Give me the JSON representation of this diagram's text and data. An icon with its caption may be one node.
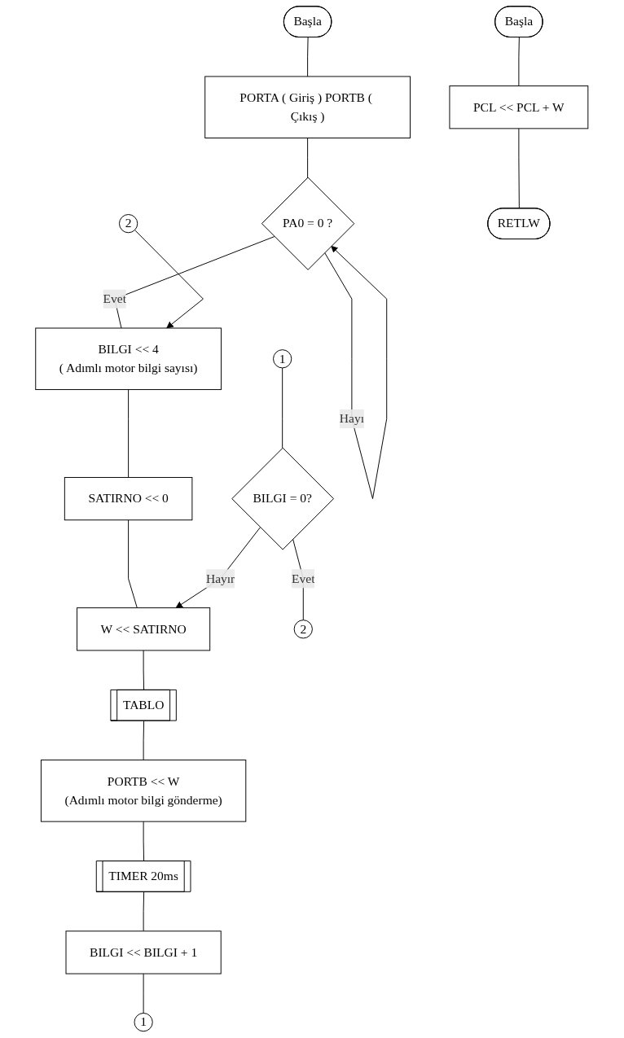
{
  "diagram": {
    "nodes": [
      {
        "text": [
          "Başla"
        ]
      },
      {
        "text": [
          "PORTA ( Giriş ) PORTB ( Çıkış )"
        ]
      },
      {
        "text": [
          "PA0 = 0 ?"
        ]
      },
      {
        "text": [
          "2"
        ]
      },
      {
        "text": [
          "BILGI << 4",
          "( Adımlı motor bilgi sayısı)"
        ]
      },
      {
        "text": [
          "SATIRNO << 0"
        ]
      },
      {
        "text": [
          "W <<  SATIRNO"
        ]
      },
      {
        "text": [
          "TABLO"
        ]
      },
      {
        "text": [
          "PORTB << W",
          "(Adımlı motor bilgi gönderme)"
        ]
      },
      {
        "text": [
          "TIMER 20ms"
        ]
      },
      {
        "text": [
          "BILGI << BILGI + 1"
        ]
      },
      {
        "text": [
          "1"
        ]
      },
      {
        "text": [
          "1"
        ]
      },
      {
        "text": [
          "BILGI = 0?"
        ]
      },
      {
        "text": [
          "2"
        ]
      },
      {
        "text": [
          "Başla"
        ]
      },
      {
        "text": [
          "PCL << PCL + W"
        ]
      },
      {
        "text": [
          "RETLW"
        ]
      }
    ],
    "edges": [
      {
        "from": 0,
        "to": 1,
        "arrow": "none"
      },
      {
        "from": 1,
        "to": 2,
        "arrow": "none"
      },
      {
        "from": 2,
        "to": 2,
        "label": "Hayı",
        "arrow": "to"
      },
      {
        "from": 2,
        "to": 4,
        "label": "Evet",
        "arrow": "none"
      },
      {
        "from": 3,
        "to": 4,
        "arrow": "to"
      },
      {
        "from": 4,
        "to": 5,
        "arrow": "none"
      },
      {
        "from": 5,
        "to": 6,
        "arrow": "none"
      },
      {
        "from": 13,
        "to": 6,
        "label": "Hayır",
        "arrow": "to"
      },
      {
        "from": 6,
        "to": 7,
        "arrow": "none"
      },
      {
        "from": 7,
        "to": 8,
        "arrow": "none"
      },
      {
        "from": 8,
        "to": 9,
        "arrow": "none"
      },
      {
        "from": 9,
        "to": 10,
        "arrow": "none"
      },
      {
        "from": 10,
        "to": 11,
        "arrow": "none"
      },
      {
        "from": 12,
        "to": 13,
        "arrow": "none"
      },
      {
        "from": 13,
        "to": 14,
        "label": "Evet",
        "arrow": "none"
      },
      {
        "from": 15,
        "to": 16,
        "arrow": "none"
      },
      {
        "from": 16,
        "to": 17,
        "arrow": "none"
      }
    ]
  }
}
